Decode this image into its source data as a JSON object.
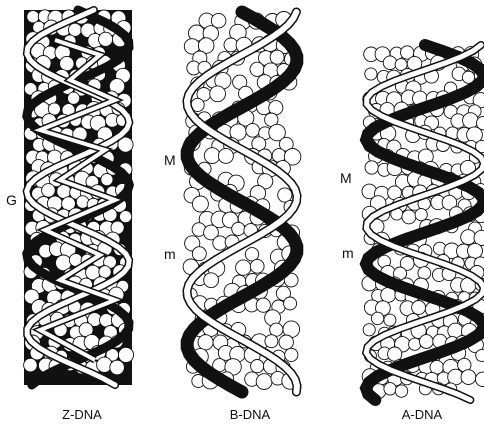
{
  "figure": {
    "panels": [
      {
        "id": "z",
        "caption": "Z-DNA",
        "groove_labels": [
          "G"
        ]
      },
      {
        "id": "b",
        "caption": "B-DNA",
        "groove_labels": [
          "M",
          "m"
        ]
      },
      {
        "id": "a",
        "caption": "A-DNA",
        "groove_labels": [
          "M",
          "m"
        ]
      }
    ]
  },
  "colors": {
    "background": "#ffffff",
    "ink": "#111111",
    "atom_fill": "#ffffff",
    "backbone_dark": "#111111",
    "backbone_light": "#ffffff"
  }
}
